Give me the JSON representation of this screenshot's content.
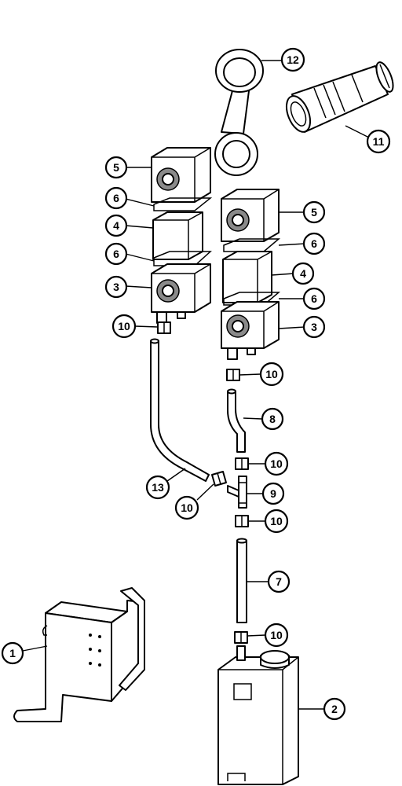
{
  "callouts": [
    {
      "id": "c1",
      "label": "1"
    },
    {
      "id": "c2",
      "label": "2"
    },
    {
      "id": "c3a",
      "label": "3"
    },
    {
      "id": "c3b",
      "label": "3"
    },
    {
      "id": "c4a",
      "label": "4"
    },
    {
      "id": "c4b",
      "label": "4"
    },
    {
      "id": "c5a",
      "label": "5"
    },
    {
      "id": "c5b",
      "label": "5"
    },
    {
      "id": "c6a",
      "label": "6"
    },
    {
      "id": "c6b",
      "label": "6"
    },
    {
      "id": "c6c",
      "label": "6"
    },
    {
      "id": "c6d",
      "label": "6"
    },
    {
      "id": "c7",
      "label": "7"
    },
    {
      "id": "c8",
      "label": "8"
    },
    {
      "id": "c9",
      "label": "9"
    },
    {
      "id": "c10a",
      "label": "10"
    },
    {
      "id": "c10b",
      "label": "10"
    },
    {
      "id": "c10c",
      "label": "10"
    },
    {
      "id": "c10d",
      "label": "10"
    },
    {
      "id": "c10e",
      "label": "10"
    },
    {
      "id": "c10f",
      "label": "10"
    },
    {
      "id": "c11",
      "label": "11"
    },
    {
      "id": "c12",
      "label": "12"
    },
    {
      "id": "c13",
      "label": "13"
    }
  ]
}
